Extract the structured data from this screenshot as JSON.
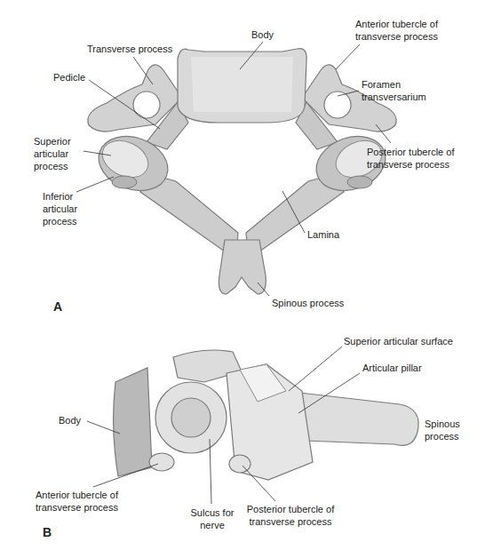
{
  "diagram": {
    "labels": [
      "Body",
      "Transverse process",
      "Anterior tubercle of transverse process",
      "Pedicle",
      "Foramen transversarium",
      "Superior articular process",
      "Posterior tubercle of transverse process",
      "Inferior articular process",
      "Lamina",
      "Spinous process",
      "A",
      "Superior articular surface",
      "Articular pillar",
      "Body",
      "Spinous process",
      "Anterior tubercle of transverse process",
      "Sulcus for nerve",
      "Posterior tubercle of transverse process",
      "B"
    ]
  }
}
